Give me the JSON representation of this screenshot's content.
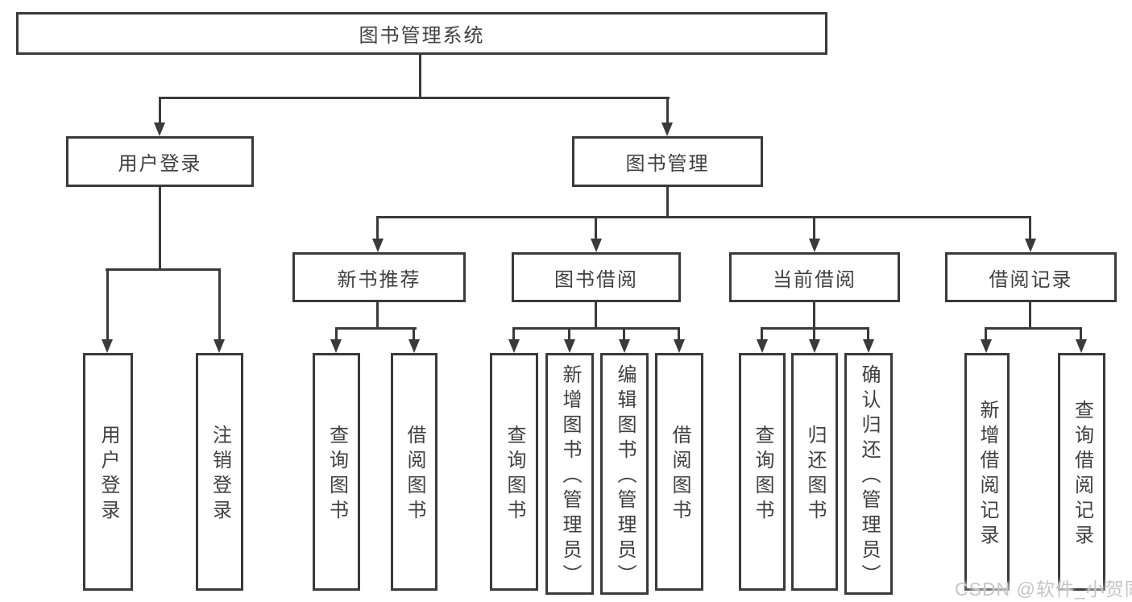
{
  "tree": {
    "root": "图书管理系统",
    "branches": [
      {
        "label": "用户登录",
        "children": [
          "用户登录",
          "注销登录"
        ]
      },
      {
        "label": "图书管理",
        "sections": [
          {
            "label": "新书推荐",
            "children": [
              "查询图书",
              "借阅图书"
            ]
          },
          {
            "label": "图书借阅",
            "children": [
              "查询图书",
              "新增图书（管理员）",
              "编辑图书（管理员）",
              "借阅图书"
            ]
          },
          {
            "label": "当前借阅",
            "children": [
              "查询图书",
              "归还图书",
              "确认归还（管理员）"
            ]
          },
          {
            "label": "借阅记录",
            "children": [
              "新增借阅记录",
              "查询借阅记录"
            ]
          }
        ]
      }
    ]
  },
  "watermark": "CSDN @软件_小贺同学",
  "colors": {
    "line": "#3a3a3a",
    "text": "#404040",
    "watermark": "#c6c6c6",
    "background": "#ffffff"
  }
}
